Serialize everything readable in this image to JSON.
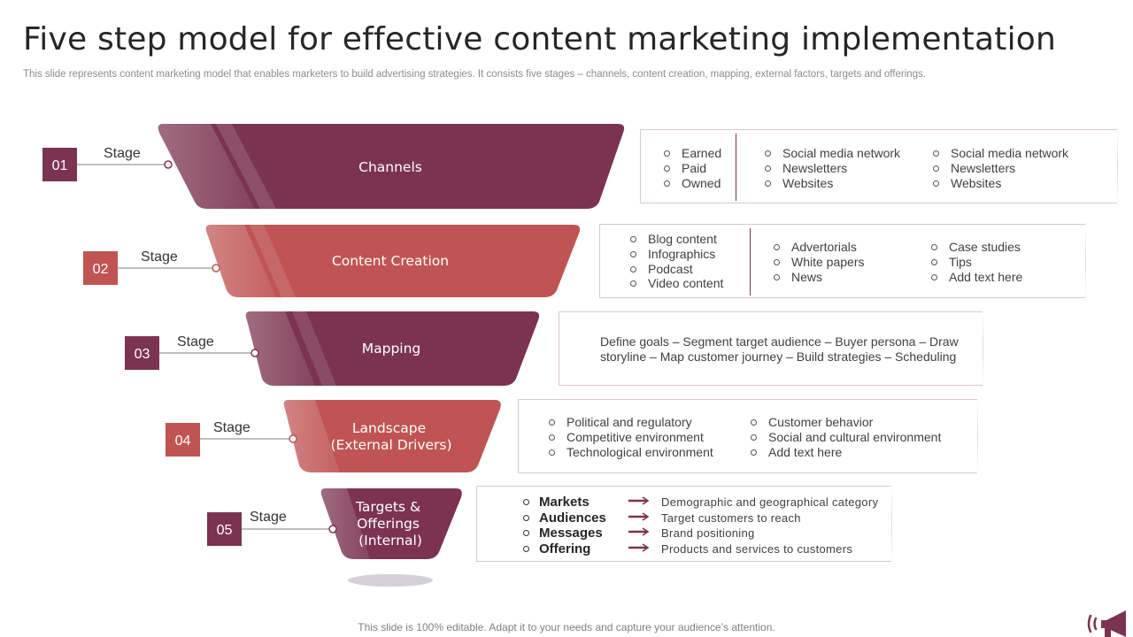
{
  "title": "Five step model for effective content marketing implementation",
  "subtitle": "This slide represents content marketing model that enables marketers to build advertising strategies. It consists five stages – channels, content creation, mapping, external factors, targets and offerings.",
  "footer": "This slide is 100% editable. Adapt it to your needs and capture your audience’s attention.",
  "colors": {
    "dark": "#7b3351",
    "light": "#c05454"
  },
  "stages": [
    {
      "number": "01",
      "stage_label": "Stage",
      "name_lines": [
        "Channels"
      ],
      "columns": [
        [
          "Earned",
          "Paid",
          "Owned"
        ],
        [
          "Social media network",
          "Newsletters",
          "Websites"
        ],
        [
          "Social media network",
          "Newsletters",
          "Websites"
        ]
      ]
    },
    {
      "number": "02",
      "stage_label": "Stage",
      "name_lines": [
        "Content Creation"
      ],
      "columns": [
        [
          "Blog content",
          "Infographics",
          "Podcast",
          "Video content"
        ],
        [
          "Advertorials",
          "White papers",
          "News"
        ],
        [
          "Case studies",
          "Tips",
          "Add text here"
        ]
      ]
    },
    {
      "number": "03",
      "stage_label": "Stage",
      "name_lines": [
        "Mapping"
      ],
      "text": "Define goals – Segment target audience – Buyer persona – Draw storyline – Map customer journey – Build strategies – Scheduling"
    },
    {
      "number": "04",
      "stage_label": "Stage",
      "name_lines": [
        "Landscape",
        "(External Drivers)"
      ],
      "columns": [
        [
          "Political and regulatory",
          "Competitive environment",
          "Technological environment"
        ],
        [
          "Customer behavior",
          "Social and cultural environment",
          "Add text here"
        ]
      ]
    },
    {
      "number": "05",
      "stage_label": "Stage",
      "name_lines": [
        "Targets &",
        "Offerings",
        "(Internal)"
      ],
      "pairs": [
        {
          "key": "Markets",
          "value": "Demographic  and geographical  category"
        },
        {
          "key": "Audiences",
          "value": "Target  customers to reach"
        },
        {
          "key": "Messages",
          "value": "Brand positioning"
        },
        {
          "key": "Offering",
          "value": "Products and services to customers"
        }
      ]
    }
  ]
}
